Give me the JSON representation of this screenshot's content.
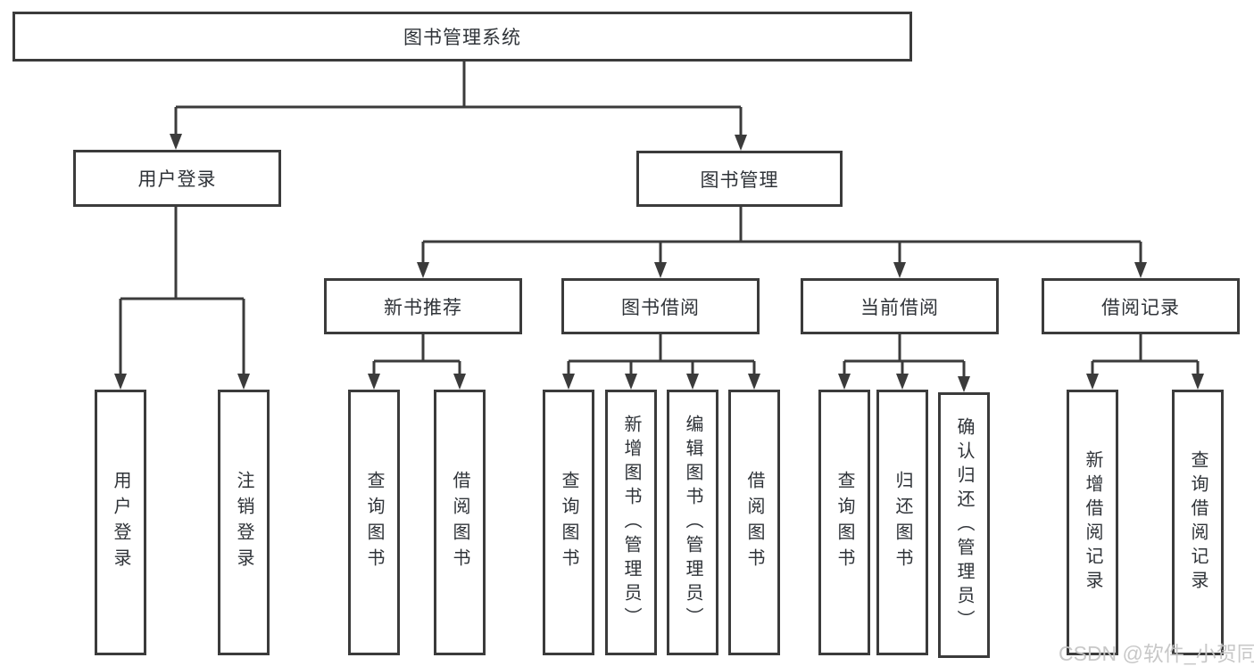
{
  "diagram": {
    "title": "图书管理系统",
    "root": {
      "label": "图书管理系统"
    },
    "level2": {
      "user_login": {
        "label": "用户登录"
      },
      "book_mgmt": {
        "label": "图书管理"
      }
    },
    "level3": {
      "new_books": {
        "label": "新书推荐"
      },
      "book_borrow": {
        "label": "图书借阅"
      },
      "current_borrow": {
        "label": "当前借阅"
      },
      "borrow_records": {
        "label": "借阅记录"
      }
    },
    "leaves": {
      "user_login": {
        "label": "用户登录"
      },
      "logout": {
        "label": "注销登录"
      },
      "nb_query_books": {
        "label": "查询图书"
      },
      "nb_borrow_books": {
        "label": "借阅图书"
      },
      "bb_query_books": {
        "label": "查询图书"
      },
      "bb_add_books": {
        "label": "新增图书（管理员）"
      },
      "bb_edit_books": {
        "label": "编辑图书（管理员）"
      },
      "bb_borrow_books": {
        "label": "借阅图书"
      },
      "cb_query_books": {
        "label": "查询图书"
      },
      "cb_return_books": {
        "label": "归还图书"
      },
      "cb_confirm_return": {
        "label": "确认归还（管理员）"
      },
      "br_add_record": {
        "label": "新增借阅记录"
      },
      "br_query_record": {
        "label": "查询借阅记录"
      }
    }
  },
  "watermark": {
    "text": "CSDN @软件_小贺同学"
  },
  "colors": {
    "line": "#3b3b3b",
    "box_border": "#3b3b3b",
    "text": "#2f3338",
    "watermark": "#c5c5c5",
    "background": "#ffffff"
  }
}
